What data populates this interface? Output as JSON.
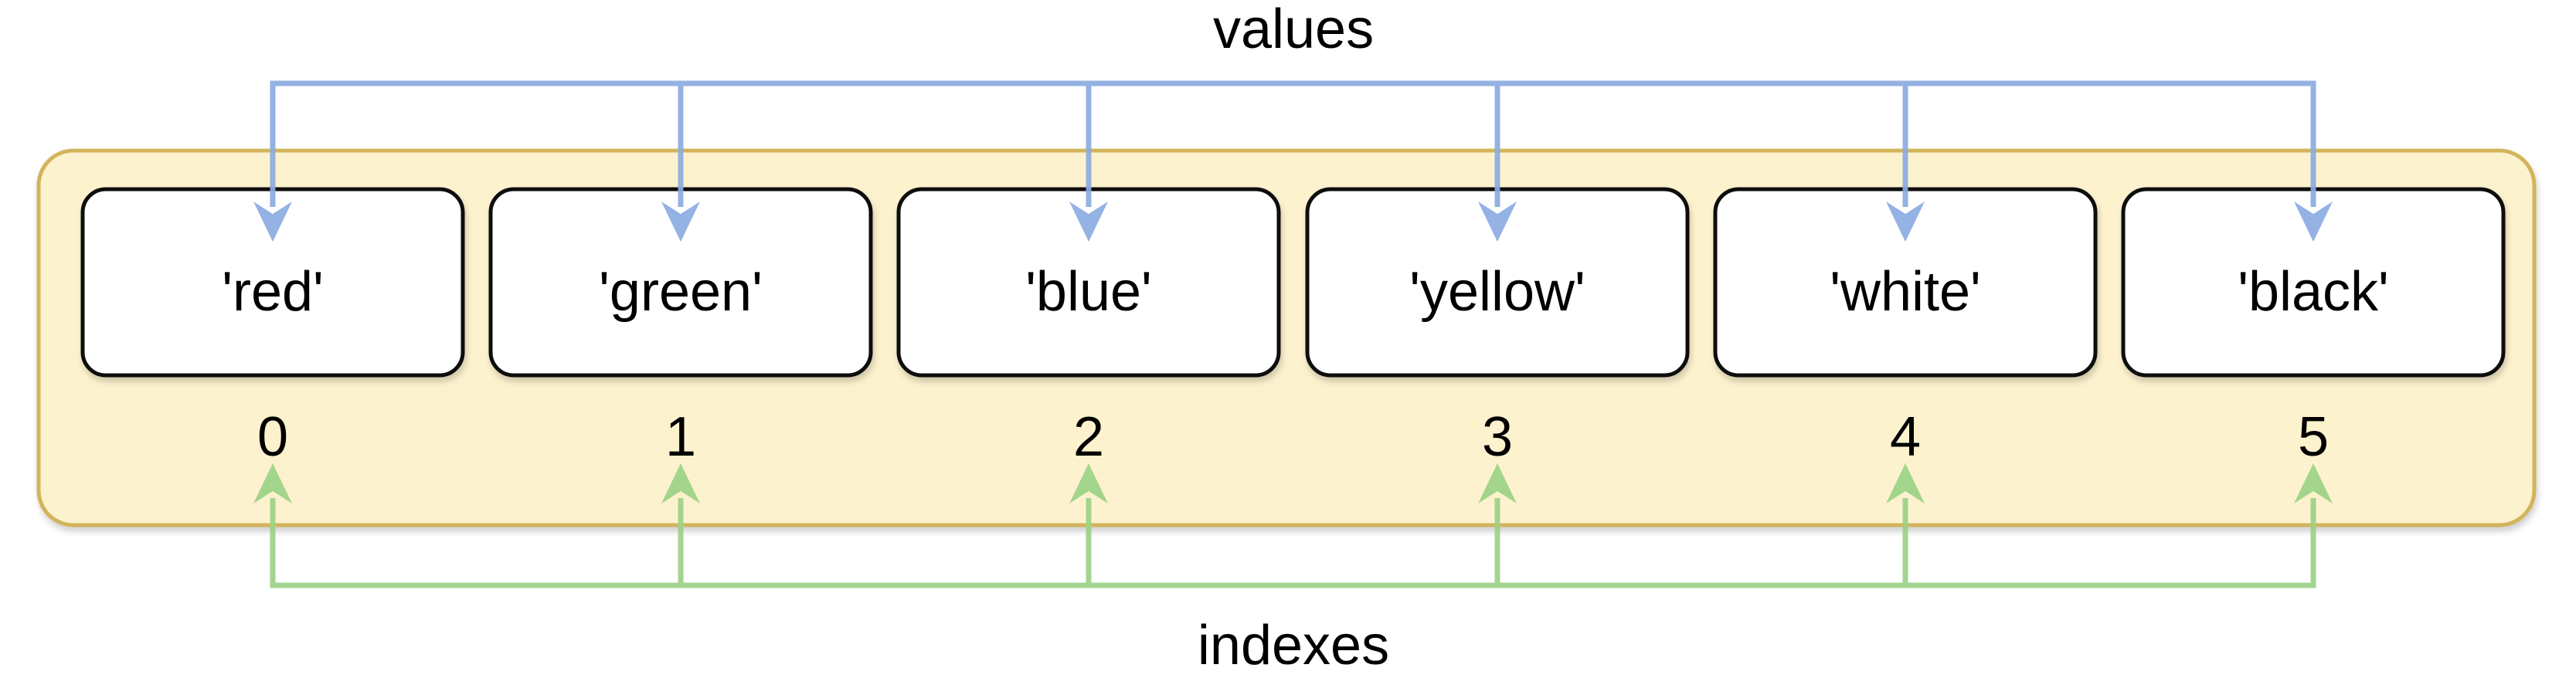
{
  "diagram": {
    "values_label": "values",
    "indexes_label": "indexes",
    "items": [
      {
        "value": "'red'",
        "index": "0"
      },
      {
        "value": "'green'",
        "index": "1"
      },
      {
        "value": "'blue'",
        "index": "2"
      },
      {
        "value": "'yellow'",
        "index": "3"
      },
      {
        "value": "'white'",
        "index": "4"
      },
      {
        "value": "'black'",
        "index": "5"
      }
    ],
    "colors": {
      "values_arrow": "#8cace1",
      "indexes_arrow": "#9cd287",
      "container_fill": "#fdf2ce",
      "container_stroke": "#d3b45c",
      "box_fill": "#ffffff",
      "box_stroke": "#0d0d0d",
      "text": "#000000"
    }
  }
}
